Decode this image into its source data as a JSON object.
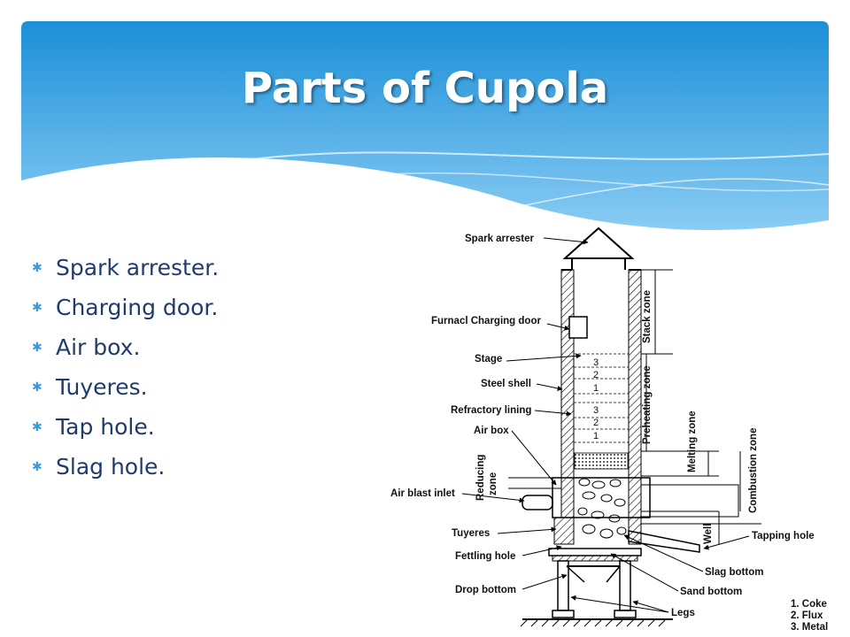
{
  "slide": {
    "title": "Parts of Cupola",
    "bullets": [
      "Spark arrester.",
      "Charging door.",
      "Air box.",
      "Tuyeres.",
      "Tap hole.",
      "Slag hole."
    ]
  },
  "diagram": {
    "labels": {
      "spark_arrester": "Spark arrester",
      "charging_door": "Furnacl Charging door",
      "stage": "Stage",
      "steel_shell": "Steel shell",
      "refractory_lining": "Refractory lining",
      "air_box": "Air box",
      "reducing_zone_1": "Reducing",
      "reducing_zone_2": "zone",
      "air_blast_inlet": "Air blast inlet",
      "tuyeres": "Tuyeres",
      "fettling_hole": "Fettling hole",
      "drop_bottom": "Drop bottom",
      "stack_zone": "Stack zone",
      "preheating_zone": "Preheating zone",
      "melting_zone": "Melting zone",
      "combustion_zone": "Combustion zone",
      "well": "Well",
      "tapping_hole": "Tapping hole",
      "slag_bottom": "Slag bottom",
      "sand_bottom": "Sand bottom",
      "legs": "Legs"
    },
    "layer_numbers": [
      "3",
      "2",
      "1",
      "3",
      "2",
      "1"
    ],
    "legend": [
      "1. Coke",
      "2. Flux",
      "3. Metal"
    ]
  },
  "colors": {
    "header_top": "#1a8fd8",
    "header_bottom": "#7dc7f2",
    "text": "#1f3b6d",
    "bullet": "#3a9ad9"
  }
}
